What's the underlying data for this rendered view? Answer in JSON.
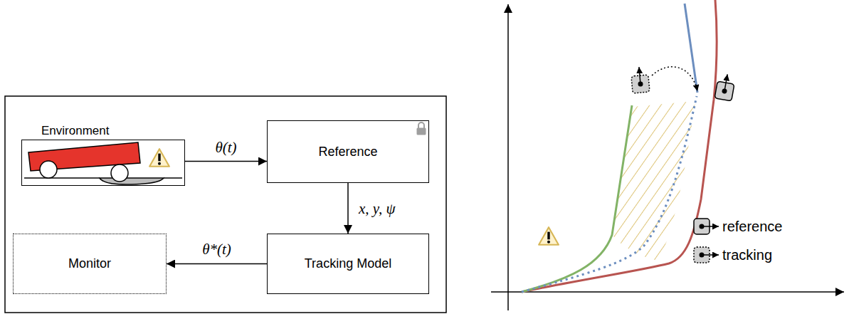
{
  "diagram": {
    "nodes": [
      {
        "text": [
          "Environment"
        ]
      },
      {
        "text": [
          "Reference"
        ]
      },
      {
        "text": [
          "Tracking Model"
        ]
      },
      {
        "text": [
          "Monitor"
        ]
      }
    ],
    "edges": [
      {
        "from": 0,
        "to": 1,
        "label": "θ(t)",
        "arrow": "to"
      },
      {
        "from": 1,
        "to": 2,
        "label": "x, y, ψ",
        "arrow": "to"
      },
      {
        "from": 2,
        "to": 3,
        "label": "θ*(t)",
        "arrow": "to"
      }
    ],
    "legend": [
      {
        "text": "reference"
      },
      {
        "text": "tracking"
      }
    ]
  }
}
